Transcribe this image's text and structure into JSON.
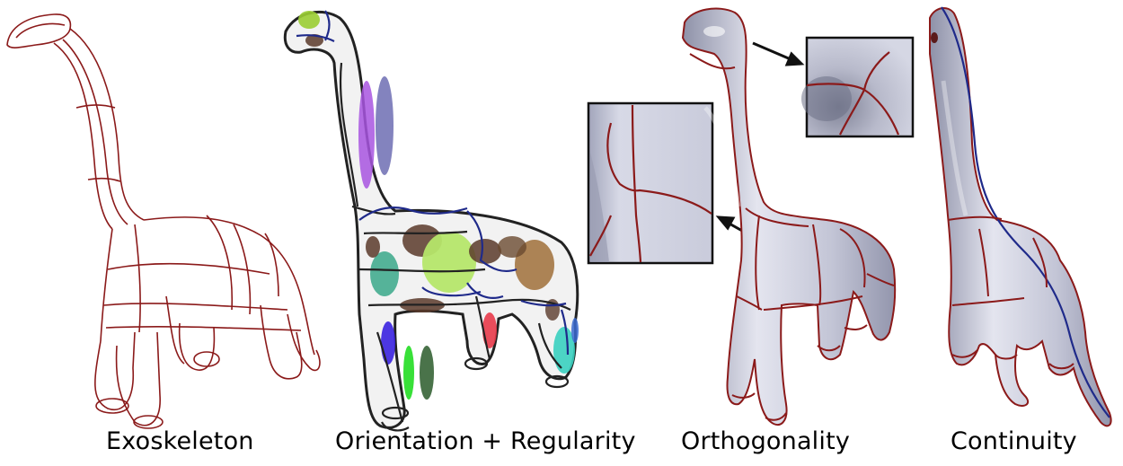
{
  "figure": {
    "panels": [
      {
        "id": "exoskeleton",
        "caption": "Exoskeleton"
      },
      {
        "id": "orientation",
        "caption": "Orientation + Regularity"
      },
      {
        "id": "orthogonality",
        "caption": "Orthogonality"
      },
      {
        "id": "continuity",
        "caption": "Continuity"
      }
    ],
    "colors": {
      "curve": "#8b1a1a",
      "blue_curve": "#1f2a8a",
      "surface": "#c9cbdc",
      "surface_shade": "#9ea1b6",
      "outline": "#333333"
    }
  }
}
